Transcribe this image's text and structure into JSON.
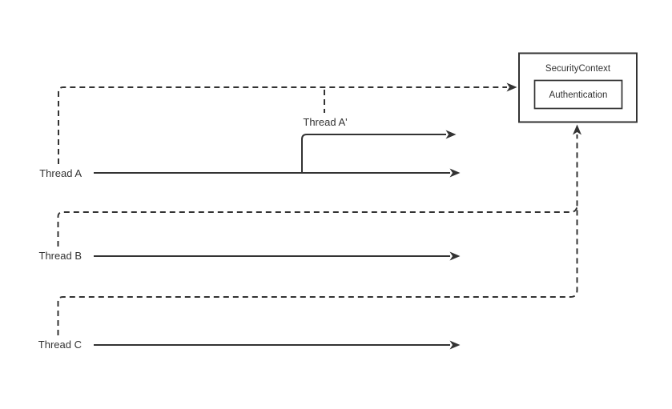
{
  "diagram": {
    "threads": {
      "a": {
        "label": "Thread A"
      },
      "a_prime": {
        "label": "Thread A'"
      },
      "b": {
        "label": "Thread B"
      },
      "c": {
        "label": "Thread C"
      }
    },
    "security_context": {
      "label": "SecurityContext",
      "authentication_label": "Authentication"
    },
    "colors": {
      "line": "#333333",
      "text": "#333333",
      "background": "#ffffff"
    }
  }
}
